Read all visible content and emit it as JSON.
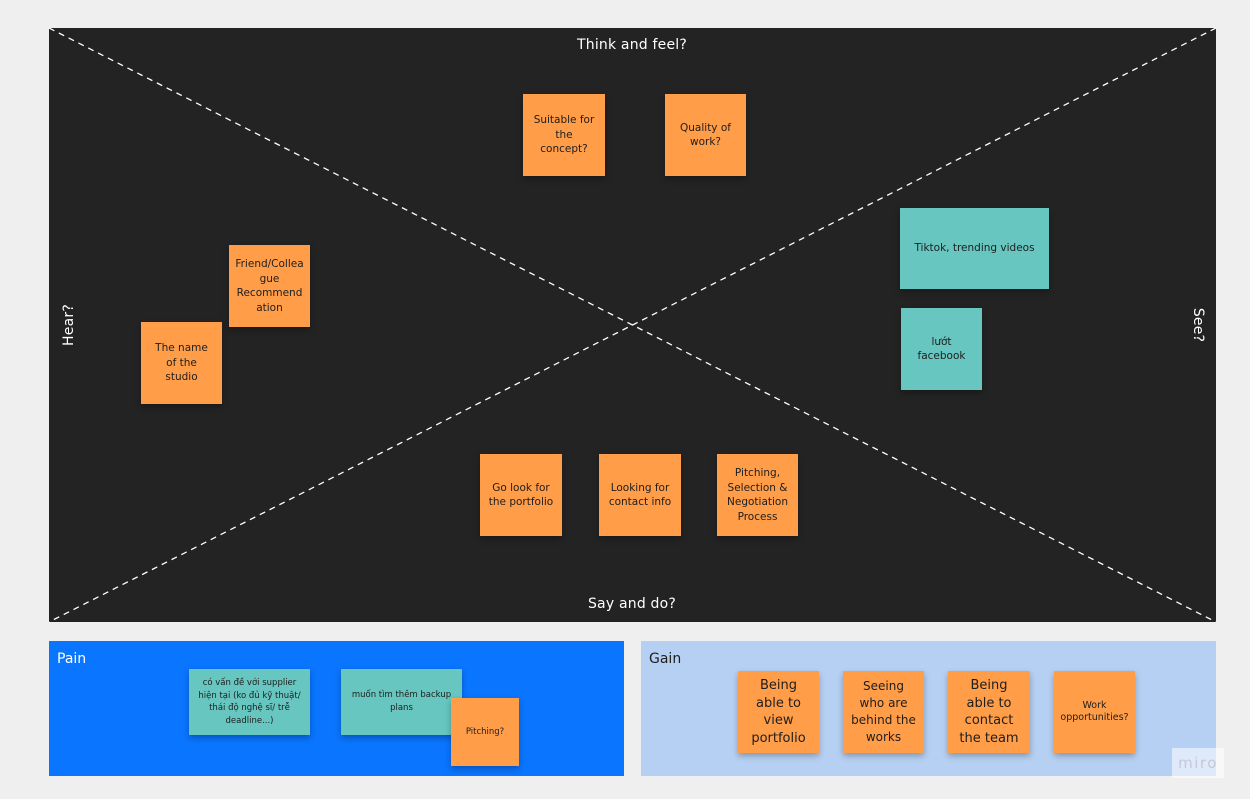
{
  "empathy_map": {
    "top_label": "Think and feel?",
    "bottom_label": "Say and do?",
    "left_label": "Hear?",
    "right_label": "See?"
  },
  "stickies": {
    "suitable": "Suitable for the concept?",
    "quality": "Quality of work?",
    "friend": "Friend/Collea gue Recommend ation",
    "studio_name": "The name of the studio",
    "tiktok": "Tiktok, trending videos",
    "facebook": "lướt facebook",
    "portfolio": "Go look for the portfolio",
    "contact": "Looking for contact info",
    "pitching_process": "Pitching, Selection & Negotiation Process"
  },
  "pain": {
    "title": "Pain",
    "items": {
      "supplier": "có vấn đề với supplier hiện tại (ko đủ kỹ thuật/ thái độ nghệ sĩ/ trễ deadline...)",
      "backup": "muốn tìm thêm backup plans",
      "pitching": "Pitching?"
    }
  },
  "gain": {
    "title": "Gain",
    "items": {
      "view_portfolio": "Being able to view portfolio",
      "behind_works": "Seeing who are behind the works",
      "contact_team": "Being able to contact the team",
      "work_opps": "Work opportunities?"
    }
  },
  "watermark": "miro",
  "colors": {
    "board": "#232323",
    "sticky_orange": "#ff9d48",
    "sticky_teal": "#67c6c0",
    "pain_panel": "#0a75ff",
    "gain_panel": "#b6d0f3",
    "background": "#efefef"
  }
}
